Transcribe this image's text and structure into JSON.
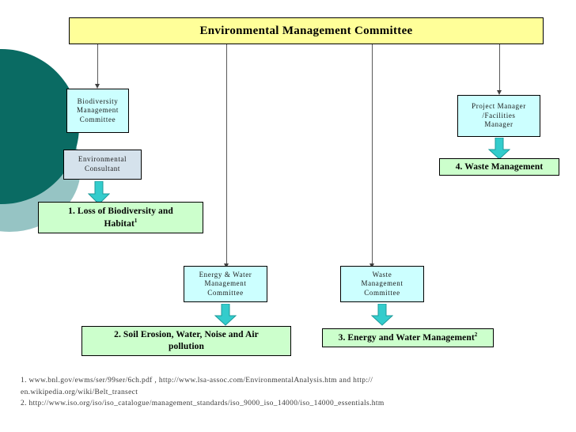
{
  "slide": {
    "title": "Environmental Management Committee",
    "background_color": "#ffffff"
  },
  "colors": {
    "title_fill": "#ffff99",
    "committee_fill": "#ccffff",
    "consultant_fill": "#d5e2ec",
    "outcome_fill": "#ccffcc",
    "block_arrow_fill": "#33cccc",
    "circle_front": "#0a6b63",
    "circle_back": "#96c4c4",
    "connector_line": "#595959"
  },
  "nodes": {
    "biodiversity_committee": {
      "line1": "Biodiversity",
      "line2": "Management",
      "line3": "Committee"
    },
    "environmental_consultant": {
      "line1": "Environmental",
      "line2": "Consultant"
    },
    "energy_water_committee": {
      "line1": "Energy & Water",
      "line2": "Management",
      "line3": "Committee"
    },
    "waste_committee": {
      "line1": "Waste",
      "line2": "Management",
      "line3": "Committee"
    },
    "project_manager": {
      "line1": "Project Manager",
      "line2": "/Facilities",
      "line3": "Manager"
    }
  },
  "outcomes": {
    "loss_of_biodiversity": {
      "line1": "1. Loss of Biodiversity and",
      "line2": "Habitat",
      "superscript": "1"
    },
    "soil_erosion": {
      "line1": "2. Soil Erosion, Water, Noise and Air",
      "line2": "pollution",
      "superscript": ""
    },
    "energy_water_management": {
      "line1": "3. Energy and Water Management",
      "line2": "",
      "superscript": "2"
    },
    "waste_management": {
      "line1": "4. Waste Management",
      "line2": "",
      "superscript": ""
    }
  },
  "footnotes": {
    "line1": "1. www.bnl.gov/ewms/ser/99ser/6ch.pdf , http://www.lsa-assoc.com/EnvironmentalAnalysis.htm and http://",
    "line2": "en.wikipedia.org/wiki/Belt_transect",
    "line3": "2. http://www.iso.org/iso/iso_catalogue/management_standards/iso_9000_iso_14000/iso_14000_essentials.htm"
  }
}
